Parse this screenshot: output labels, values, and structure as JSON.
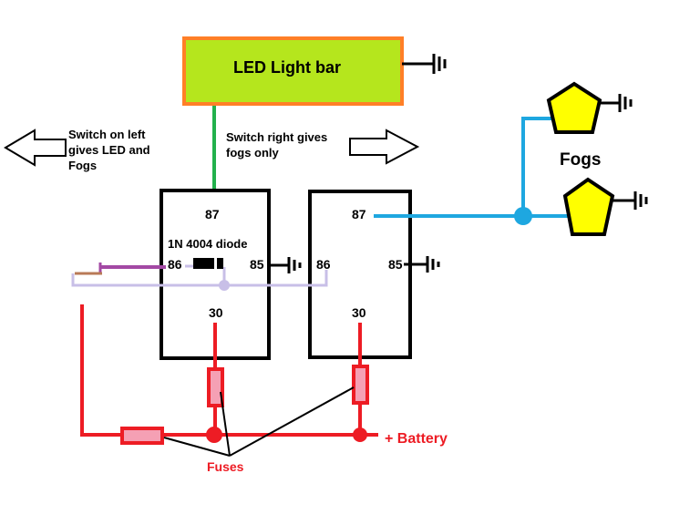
{
  "led_bar": {
    "label": "LED Light bar",
    "fill": "#b5e61d",
    "border": "#ff7f27"
  },
  "switch_left_note": {
    "lines": [
      "Switch on left",
      "gives LED and",
      "Fogs"
    ]
  },
  "switch_right_note": {
    "lines": [
      "Switch right gives",
      "fogs only"
    ]
  },
  "relay_left": {
    "pin_87": "87",
    "pin_86": "86",
    "pin_85": "85",
    "pin_30": "30"
  },
  "relay_right": {
    "pin_87": "87",
    "pin_86": "86",
    "pin_85": "85",
    "pin_30": "30"
  },
  "diode": {
    "label": "1N 4004 diode"
  },
  "fogs": {
    "label": "Fogs",
    "fill": "#ffff00"
  },
  "battery": {
    "label": "+ Battery",
    "color": "#ed1c24"
  },
  "fuses": {
    "label": "Fuses",
    "fill": "#f5a0b4"
  },
  "colors": {
    "wire_power": "#ed1c24",
    "wire_led": "#22b14c",
    "wire_fog": "#1ea7e0",
    "wire_switch": "#c8bfe7",
    "wire_purple": "#a349a4",
    "wire_brown": "#b97a57"
  }
}
